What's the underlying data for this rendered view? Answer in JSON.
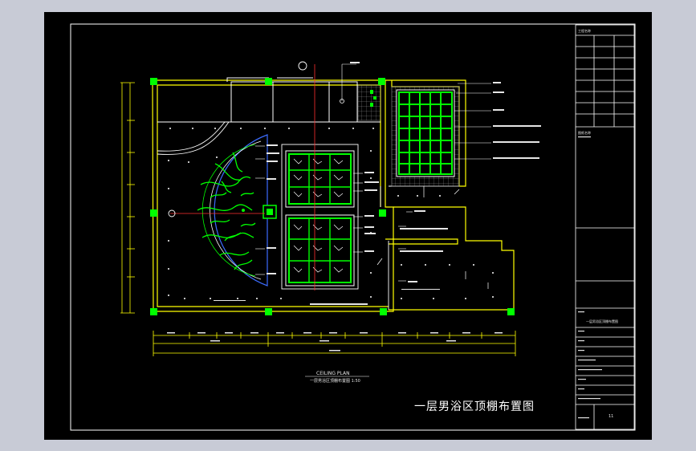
{
  "drawing": {
    "title": "一层男浴区顶棚布置图",
    "subtitle_en": "CEILING PLAN",
    "subtitle_cn": "一层男浴区顶棚布置图 1:50"
  },
  "colors": {
    "background": "#000000",
    "wall": "#ffff00",
    "column": "#00ff00",
    "line": "#ffffff",
    "hatch": "#00ff00",
    "dimension": "#ffff00",
    "outer": "#c8cbd6"
  },
  "title_block": {
    "header": "工程名称",
    "section_2": "图纸名称",
    "drawing_name": "一层男浴区顶棚布置图",
    "sheet_no": "11"
  }
}
